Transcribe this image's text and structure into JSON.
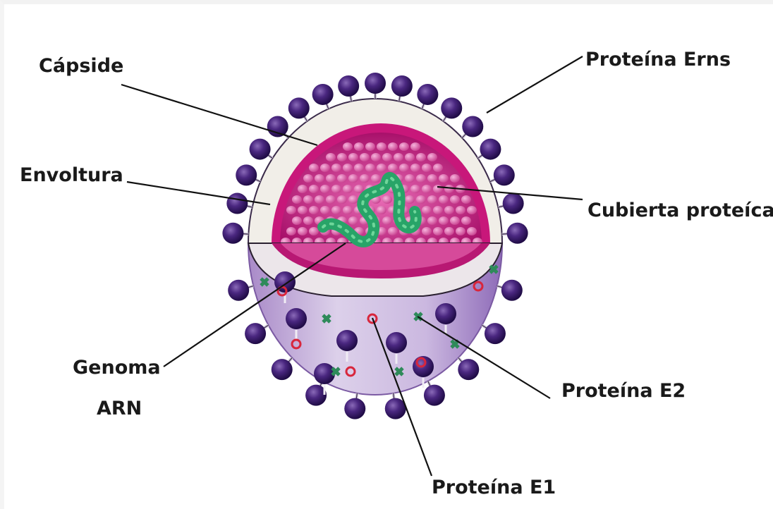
{
  "labels": {
    "capside": "Cápside",
    "erns": "Proteína Erns",
    "envoltura": "Envoltura",
    "cubierta": "Cubierta proteíca",
    "genoma_line1": "Genoma",
    "genoma_line2": "ARN",
    "e2": "Proteína E2",
    "e1": "Proteína E1"
  },
  "colors": {
    "spike": "#3b1a6b",
    "envelope_lower": "#cdbbe0",
    "envelope_band": "#efece6",
    "capsid_magenta": "#c8177a",
    "capsid_inner": "#b8207e",
    "rna_green": "#2aa86a",
    "e1_marker": "#d8263c",
    "e2_marker": "#2e8a5a"
  }
}
